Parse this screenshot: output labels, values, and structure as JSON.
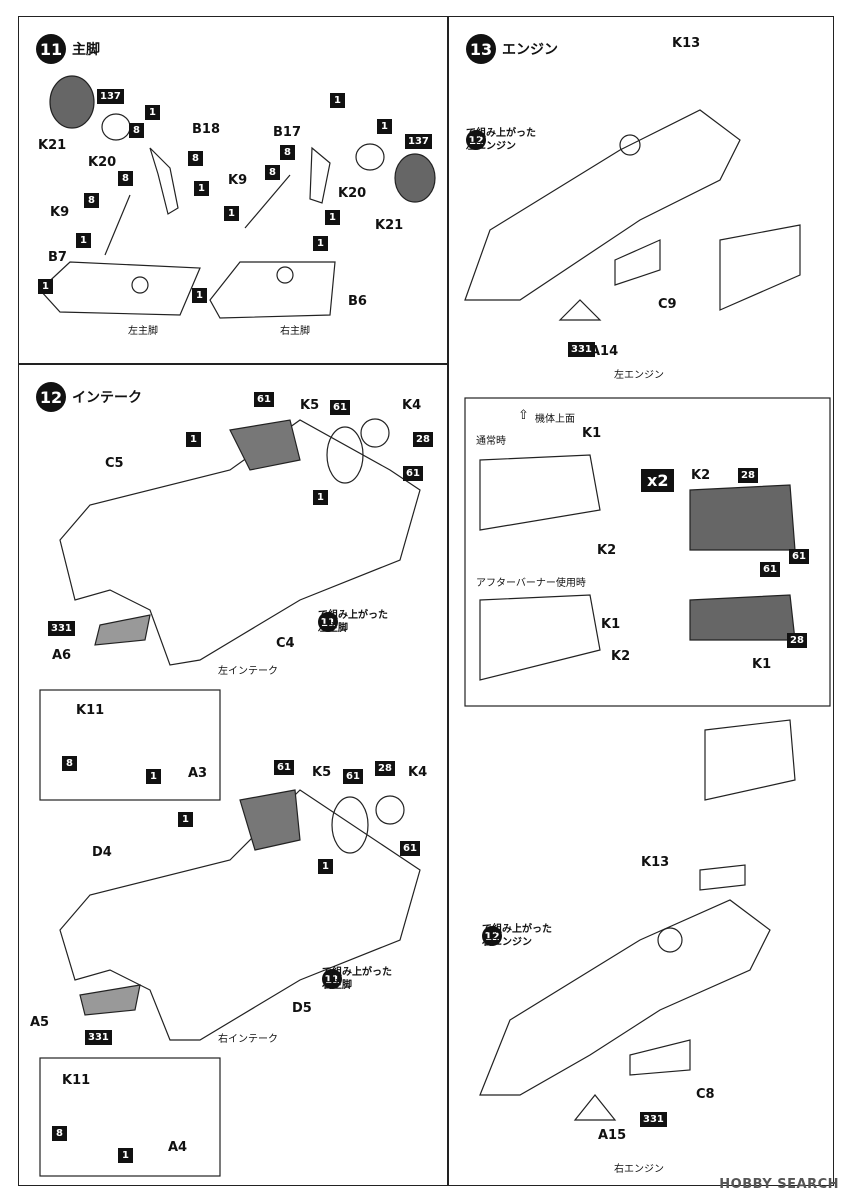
{
  "steps": {
    "s11": {
      "num": "11",
      "title": "主脚"
    },
    "s12": {
      "num": "12",
      "title": "インテーク"
    },
    "s13": {
      "num": "13",
      "title": "エンジン"
    }
  },
  "s11": {
    "labels": {
      "k21a": "K21",
      "k20a": "K20",
      "b18": "B18",
      "k9a": "K9",
      "b7": "B7",
      "b17": "B17",
      "k9b": "K9",
      "k20b": "K20",
      "k21b": "K21",
      "b6": "B6"
    },
    "boxes": {
      "c137a": "137",
      "c1a": "1",
      "c8a": "8",
      "c8b": "8",
      "c1b": "1",
      "c8c": "8",
      "c1c": "1",
      "c1d": "1",
      "c1e": "1",
      "c1f": "1",
      "c8d": "8",
      "c8e": "8",
      "c1g": "1",
      "c137b": "137",
      "c1h": "1",
      "c8f": "8",
      "c1i": "1",
      "c1j": "1"
    },
    "captions": {
      "left": "左主脚",
      "right": "右主脚"
    }
  },
  "s12": {
    "labels": {
      "c5": "C5",
      "k5a": "K5",
      "k4a": "K4",
      "a6": "A6",
      "c4": "C4",
      "k11a": "K11",
      "a3": "A3",
      "d4": "D4",
      "k5b": "K5",
      "k4b": "K4",
      "a5": "A5",
      "d5": "D5",
      "k11b": "K11",
      "a4": "A4"
    },
    "boxes": {
      "c61a": "61",
      "c61b": "61",
      "c28a": "28",
      "c1a": "1",
      "c1b": "1",
      "c61c": "61",
      "c331a": "331",
      "c8a": "8",
      "c1c": "1",
      "c61d": "61",
      "c61e": "61",
      "c28b": "28",
      "c1d": "1",
      "c1e": "1",
      "c61f": "61",
      "c331b": "331",
      "c8b": "8",
      "c1f": "1"
    },
    "refs": {
      "r1": {
        "num": "11",
        "text1": "で組み上がった",
        "text2": "左主脚"
      },
      "r2": {
        "num": "11",
        "text1": "で組み上がった",
        "text2": "右主脚"
      }
    },
    "captions": {
      "left": "左インテーク",
      "right": "右インテーク"
    }
  },
  "s13": {
    "labels": {
      "k13a": "K13",
      "c9": "C9",
      "a14": "A14",
      "k1a": "K1",
      "k2a": "K2",
      "k1b": "K1",
      "k2b": "K2",
      "k2c": "K2",
      "k1c": "K1",
      "k13b": "K13",
      "c8": "C8",
      "a15": "A15"
    },
    "boxes": {
      "c331a": "331",
      "c28a": "28",
      "c61a": "61",
      "c61b": "61",
      "c28b": "28",
      "c331b": "331"
    },
    "refs": {
      "r1": {
        "num": "12",
        "text1": "で組み上がった",
        "text2": "左エンジン"
      },
      "r2": {
        "num": "12",
        "text1": "で組み上がった",
        "text2": "右エンジン"
      }
    },
    "detail": {
      "up": "機体上面",
      "normal": "通常時",
      "afterburner": "アフターバーナー使用時",
      "x2": "x2"
    },
    "captions": {
      "left": "左エンジン",
      "right": "右エンジン"
    }
  },
  "watermark": "HOBBY SEARCH"
}
